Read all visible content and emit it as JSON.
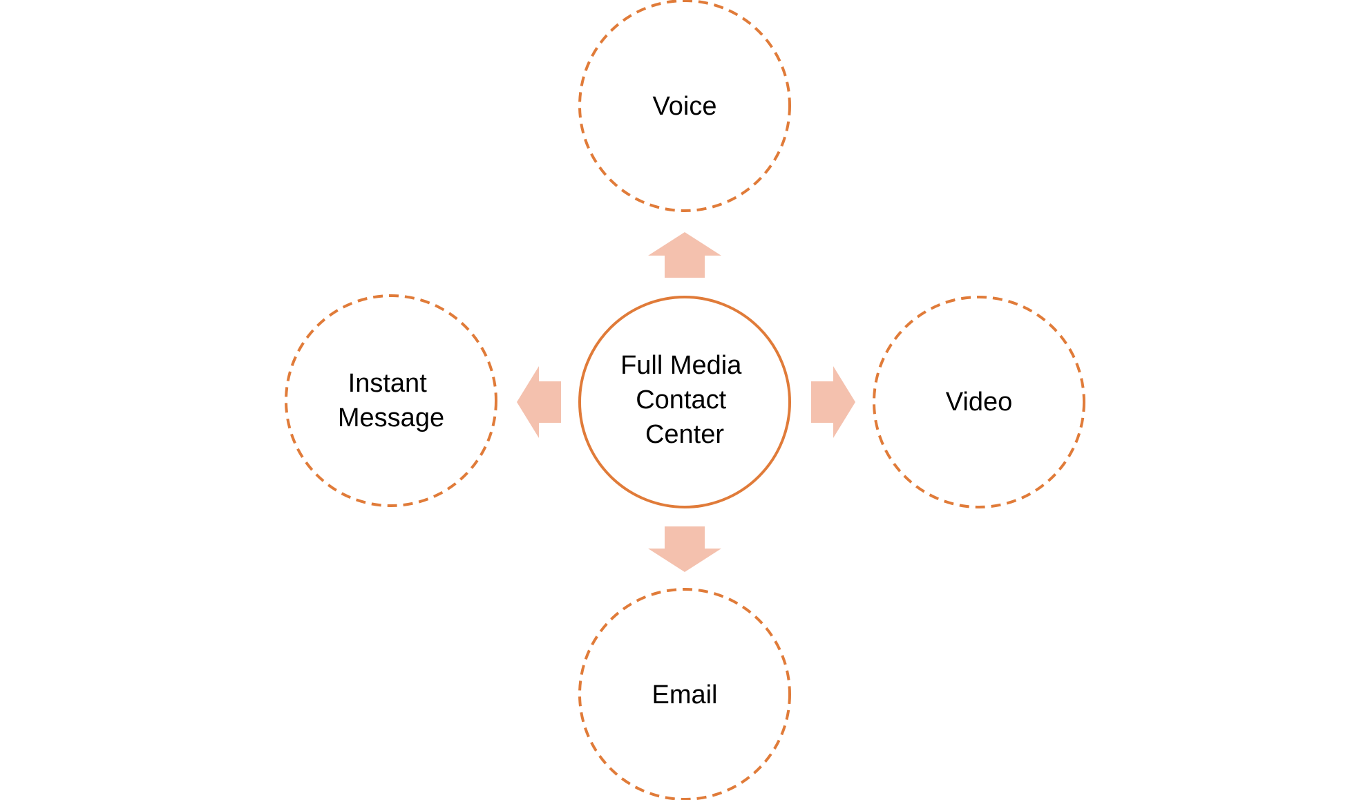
{
  "colors": {
    "outline": "#E07B39",
    "arrow_fill": "#F4C1AE",
    "text": "#000000",
    "background": "#FFFFFF"
  },
  "center": {
    "line1": "Full Media",
    "line2": "Contact",
    "line3": "Center"
  },
  "channels": {
    "voice": "Voice",
    "video": "Video",
    "email": "Email",
    "instant_message_line1": "Instant",
    "instant_message_line2": "Message"
  }
}
